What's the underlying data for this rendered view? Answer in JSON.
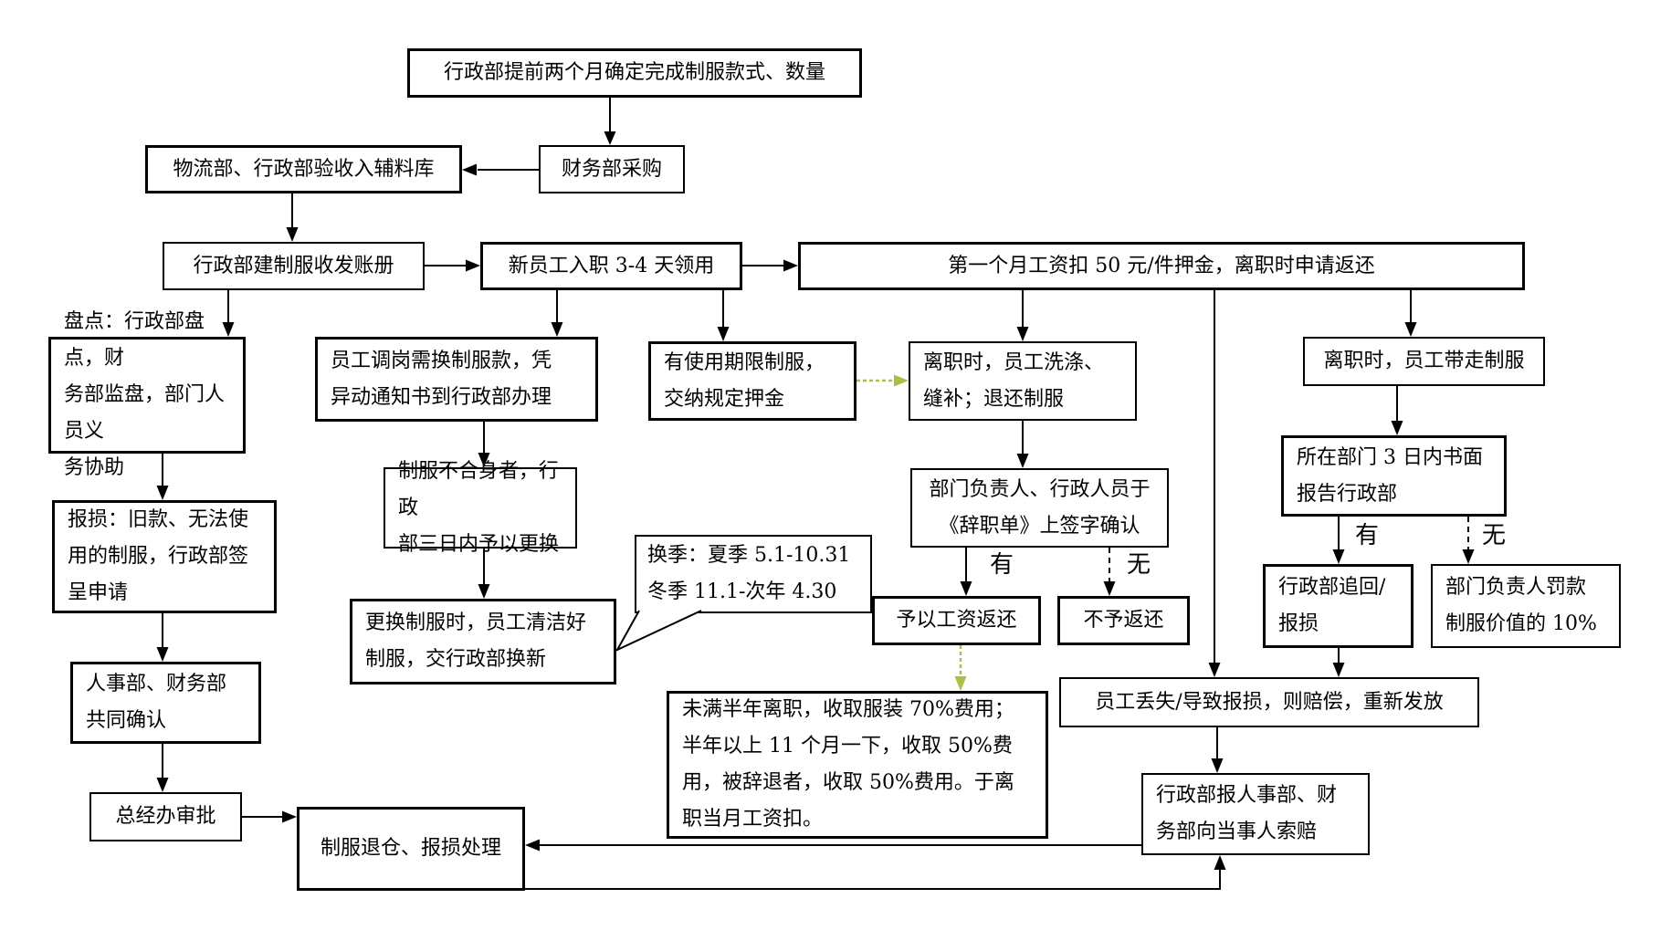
{
  "edge_labels": {
    "yes": "有",
    "no": "无"
  },
  "colors": {
    "line": "#000000",
    "highlight_arrow": "#aabf45",
    "box_background": "#ffffff"
  },
  "nodes": [
    {
      "id": "plan",
      "label": "行政部提前两个月确定完成制服款式、数量"
    },
    {
      "id": "purchase",
      "label": "财务部采购"
    },
    {
      "id": "receive",
      "label": "物流部、行政部验收入辅料库"
    },
    {
      "id": "ledger",
      "label": "行政部建制服收发账册"
    },
    {
      "id": "new-employee",
      "label": "新员工入职 3-4 天领用"
    },
    {
      "id": "deposit",
      "label": "第一个月工资扣 50 元/件押金，离职时申请返还"
    },
    {
      "id": "inventory",
      "label": "盘点：行政部盘点，财\n务部监盘，部门人员义\n务协助"
    },
    {
      "id": "transfer",
      "label": "员工调岗需换制服款，凭\n异动通知书到行政部办理"
    },
    {
      "id": "limited-term",
      "label": "有使用期限制服，\n交纳规定押金"
    },
    {
      "id": "resign-wash",
      "label": "离职时，员工洗涤、\n缝补；退还制服"
    },
    {
      "id": "resign-takeaway",
      "label": "离职时，员工带走制服"
    },
    {
      "id": "damage-apply",
      "label": "报损：旧款、无法使\n用的制服，行政部签\n呈申请"
    },
    {
      "id": "ill-fitting",
      "label": "制服不合身者，行政\n部三日内予以更换"
    },
    {
      "id": "resignation-sign",
      "label": "部门负责人、行政人员于\n《辞职单》上签字确认"
    },
    {
      "id": "dept-report",
      "label": "所在部门 3 日内书面\n报告行政部"
    },
    {
      "id": "season-note",
      "label": "换季：夏季 5.1-10.31\n冬季 11.1-次年 4.30"
    },
    {
      "id": "exchange-clean",
      "label": "更换制服时，员工清洁好\n制服，交行政部换新"
    },
    {
      "id": "refund",
      "label": "予以工资返还"
    },
    {
      "id": "no-refund",
      "label": "不予返还"
    },
    {
      "id": "admin-recover",
      "label": "行政部追回/\n报损"
    },
    {
      "id": "manager-fine",
      "label": "部门负责人罚款\n制服价值的 10%"
    },
    {
      "id": "hr-confirm",
      "label": "人事部、财务部\n共同确认"
    },
    {
      "id": "fee-rules",
      "label": "未满半年离职，收取服装 70%费用；\n半年以上 11 个月一下，收取 50%费\n用，被辞退者，收取 50%费用。于离\n职当月工资扣。"
    },
    {
      "id": "lost-compensate",
      "label": "员工丢失/导致报损，则赔偿，重新发放"
    },
    {
      "id": "claim",
      "label": "行政部报人事部、财\n务部向当事人索赔"
    },
    {
      "id": "gm-approval",
      "label": "总经办审批"
    },
    {
      "id": "return-warehouse",
      "label": "制服退仓、报损处理"
    }
  ]
}
